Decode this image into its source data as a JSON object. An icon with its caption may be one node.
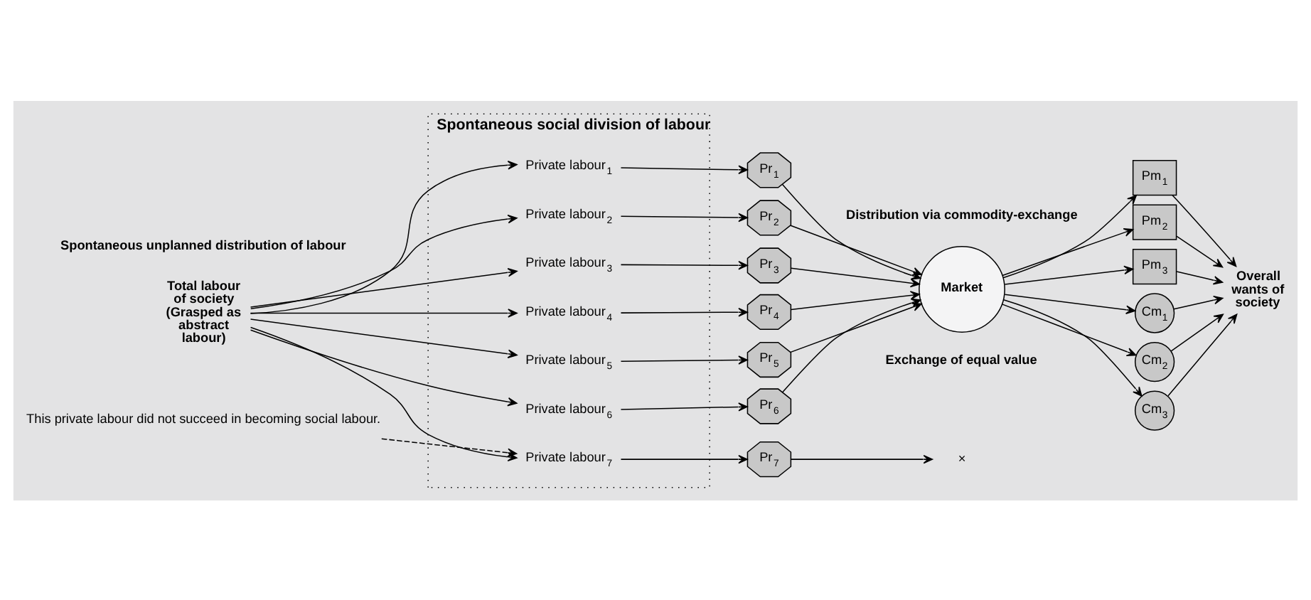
{
  "diagram": {
    "nodes": [
      {
        "text": [
          "Spontaneous social division of labour"
        ]
      },
      {
        "text": [
          "Total labour of society (Grasped as abstract labour)"
        ]
      },
      {
        "text": [
          "Private labour$_{1}$"
        ],
        "in": 0
      },
      {
        "text": [
          "Private labour$_{2}$"
        ],
        "in": 0
      },
      {
        "text": [
          "Private labour$_{3}$"
        ],
        "in": 0
      },
      {
        "text": [
          "Private labour$_{4}$"
        ],
        "in": 0
      },
      {
        "text": [
          "Private labour$_{5}$"
        ],
        "in": 0
      },
      {
        "text": [
          "Private labour$_{6}$"
        ],
        "in": 0
      },
      {
        "text": [
          "Private labour$_{7}$"
        ],
        "in": 0
      },
      {
        "text": [
          "Pr$_{1}$"
        ]
      },
      {
        "text": [
          "Pr$_{2}$"
        ]
      },
      {
        "text": [
          "Pr$_{3}$"
        ]
      },
      {
        "text": [
          "Pr$_{4}$"
        ]
      },
      {
        "text": [
          "Pr$_{5}$"
        ]
      },
      {
        "text": [
          "Pr$_{6}$"
        ]
      },
      {
        "text": [
          "Pr$_{7}$"
        ]
      },
      {
        "text": [
          "Market"
        ]
      },
      {
        "text": [
          "Pm$_{1}$"
        ]
      },
      {
        "text": [
          "Pm$_{2}$"
        ]
      },
      {
        "text": [
          "Pm$_{3}$"
        ]
      },
      {
        "text": [
          "Cm$_{1}$"
        ]
      },
      {
        "text": [
          "Cm$_{2}$"
        ]
      },
      {
        "text": [
          "Cm$_{3}$"
        ]
      },
      {
        "text": [
          "Overall wants of society"
        ]
      },
      {
        "text": [
          "×"
        ]
      },
      {
        "text": [
          "This private labour did not succeed in becoming social labour."
        ]
      }
    ],
    "edges": [
      {
        "from": 1,
        "to": 2,
        "arrow": "to"
      },
      {
        "from": 1,
        "to": 3,
        "arrow": "to"
      },
      {
        "from": 1,
        "to": 4,
        "arrow": "to"
      },
      {
        "from": 1,
        "to": 5,
        "arrow": "to"
      },
      {
        "from": 1,
        "to": 6,
        "arrow": "to"
      },
      {
        "from": 1,
        "to": 7,
        "arrow": "to"
      },
      {
        "from": 1,
        "to": 8,
        "arrow": "to"
      },
      {
        "from": 2,
        "to": 9,
        "arrow": "to"
      },
      {
        "from": 3,
        "to": 10,
        "arrow": "to"
      },
      {
        "from": 4,
        "to": 11,
        "arrow": "to"
      },
      {
        "from": 5,
        "to": 12,
        "arrow": "to"
      },
      {
        "from": 6,
        "to": 13,
        "arrow": "to"
      },
      {
        "from": 7,
        "to": 14,
        "arrow": "to"
      },
      {
        "from": 8,
        "to": 15,
        "arrow": "to"
      },
      {
        "from": 9,
        "to": 16,
        "arrow": "to"
      },
      {
        "from": 10,
        "to": 16,
        "arrow": "to"
      },
      {
        "from": 11,
        "to": 16,
        "arrow": "to"
      },
      {
        "from": 12,
        "to": 16,
        "arrow": "to"
      },
      {
        "from": 13,
        "to": 16,
        "arrow": "to"
      },
      {
        "from": 14,
        "to": 16,
        "arrow": "to"
      },
      {
        "from": 15,
        "to": 24,
        "arrow": "to"
      },
      {
        "from": 16,
        "to": 17,
        "arrow": "to"
      },
      {
        "from": 16,
        "to": 18,
        "arrow": "to"
      },
      {
        "from": 16,
        "to": 19,
        "arrow": "to"
      },
      {
        "from": 16,
        "to": 20,
        "arrow": "to"
      },
      {
        "from": 16,
        "to": 21,
        "arrow": "to"
      },
      {
        "from": 16,
        "to": 22,
        "arrow": "to"
      },
      {
        "from": 17,
        "to": 23,
        "arrow": "to"
      },
      {
        "from": 18,
        "to": 23,
        "arrow": "to"
      },
      {
        "from": 19,
        "to": 23,
        "arrow": "to"
      },
      {
        "from": 20,
        "to": 23,
        "arrow": "to"
      },
      {
        "from": 21,
        "to": 23,
        "arrow": "to"
      },
      {
        "from": 22,
        "to": 23,
        "arrow": "to"
      },
      {
        "from": 25,
        "to": 8,
        "arrow": "to",
        "style": "dashed"
      }
    ],
    "labels": [
      "Spontaneous unplanned distribution of labour",
      "Distribution via commodity-exchange",
      "Exchange of equal value"
    ]
  }
}
